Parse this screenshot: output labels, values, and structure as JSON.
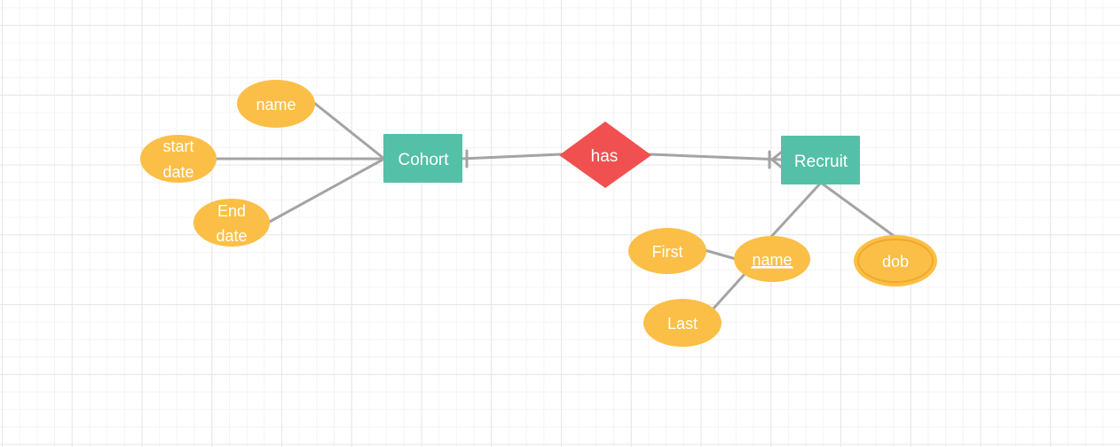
{
  "diagram": {
    "colors": {
      "entity": "#54c0a8",
      "relationship": "#f05050",
      "attribute": "#fbbf47",
      "connector": "#a4a4a4",
      "grid": "#e6e6e6"
    },
    "entities": {
      "cohort": "Cohort",
      "recruit": "Recruit"
    },
    "relationship": "has",
    "attributes": {
      "cohort_name": "name",
      "start_date_line1": "start",
      "start_date_line2": "date",
      "end_date_line1": "End",
      "end_date_line2": "date",
      "recruit_name": "name",
      "first": "First",
      "last": "Last",
      "dob": "dob"
    }
  }
}
